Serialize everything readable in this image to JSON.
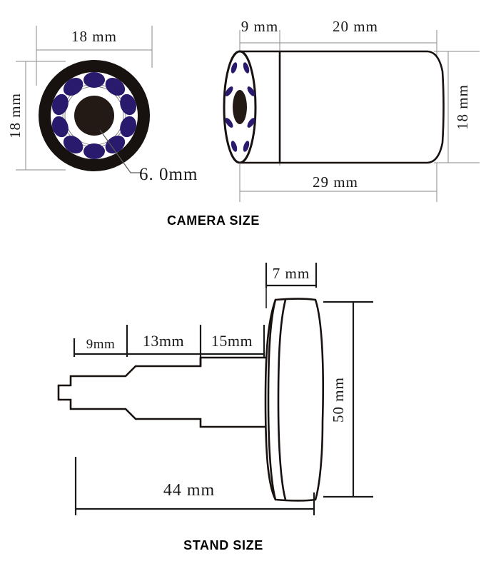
{
  "document": {
    "type": "technical-dimension-drawing",
    "background_color": "#ffffff",
    "line_color": "#17110f",
    "dimension_line_color": "#8a8a8a",
    "led_color": "#2a1a6e",
    "lens_color": "#231a16"
  },
  "camera_section": {
    "caption": "CAMERA SIZE",
    "front_view": {
      "name": "camera-front-view",
      "width_dimension": "18 mm",
      "height_dimension": "18 mm",
      "lens_callout": "6. 0mm",
      "led_count": 10,
      "led_color": "#2a1a6e"
    },
    "side_view": {
      "name": "camera-side-view",
      "front_segment_dimension": "9 mm",
      "body_segment_dimension": "20 mm",
      "total_length_dimension": "29 mm",
      "diameter_dimension": "18 mm",
      "led_count": 8
    }
  },
  "stand_section": {
    "caption": "STAND SIZE",
    "profile_view": {
      "name": "stand-profile-view",
      "segment_a_dimension": "9mm",
      "segment_b_dimension": "13mm",
      "segment_c_dimension": "15mm",
      "disc_thickness_dimension": "7  mm",
      "disc_diameter_dimension": "50 mm",
      "total_length_dimension": "44 mm"
    }
  }
}
